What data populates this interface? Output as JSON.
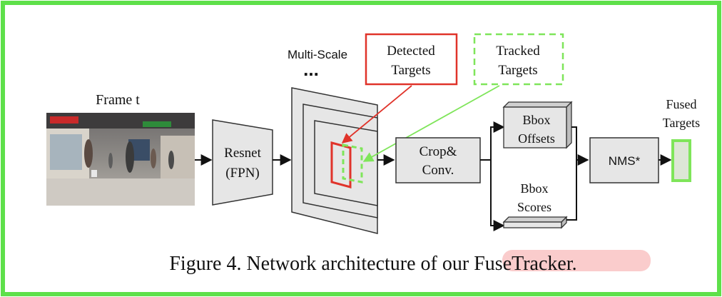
{
  "colors": {
    "frame_border": "#5ee04a",
    "detected": "#e0332a",
    "tracked": "#7fe55a",
    "box_fill": "#e6e6e6",
    "box_stroke": "#333333",
    "caption_highlight": "#f5a3a3"
  },
  "labels": {
    "frame": "Frame t",
    "multiscale": "Multi-Scale",
    "ellipsis": "...",
    "resnet_line1": "Resnet",
    "resnet_line2": "(FPN)",
    "detected_line1": "Detected",
    "detected_line2": "Targets",
    "tracked_line1": "Tracked",
    "tracked_line2": "Targets",
    "crop_line1": "Crop&",
    "crop_line2": "Conv.",
    "offsets_line1": "Bbox",
    "offsets_line2": "Offsets",
    "scores_line1": "Bbox",
    "scores_line2": "Scores",
    "nms": "NMS*",
    "fused_line1": "Fused",
    "fused_line2": "Targets"
  },
  "caption": {
    "prefix": "Figure 4. Network architecture of our ",
    "highlight": "FuseTracker."
  },
  "image": {
    "description_icon": "street-scene-photo"
  }
}
